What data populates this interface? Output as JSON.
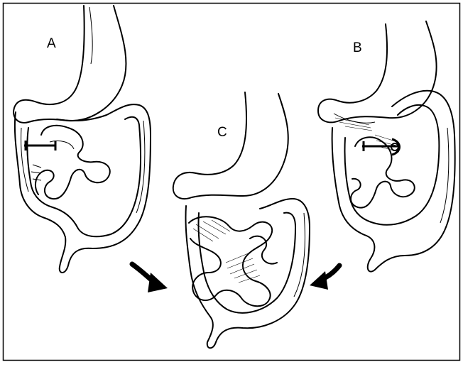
{
  "figure": {
    "panels": [
      {
        "id": "A",
        "label": "A",
        "clamp": "straight"
      },
      {
        "id": "B",
        "label": "B",
        "clamp": "twisted"
      },
      {
        "id": "C",
        "label": "C",
        "clamp": "none"
      }
    ],
    "arrows": [
      {
        "from": "A",
        "to": "C",
        "icon": "curved-arrow-icon"
      },
      {
        "from": "B",
        "to": "C",
        "icon": "curved-arrow-icon"
      }
    ],
    "colors": {
      "ink": "#000000",
      "background": "#ffffff"
    }
  }
}
